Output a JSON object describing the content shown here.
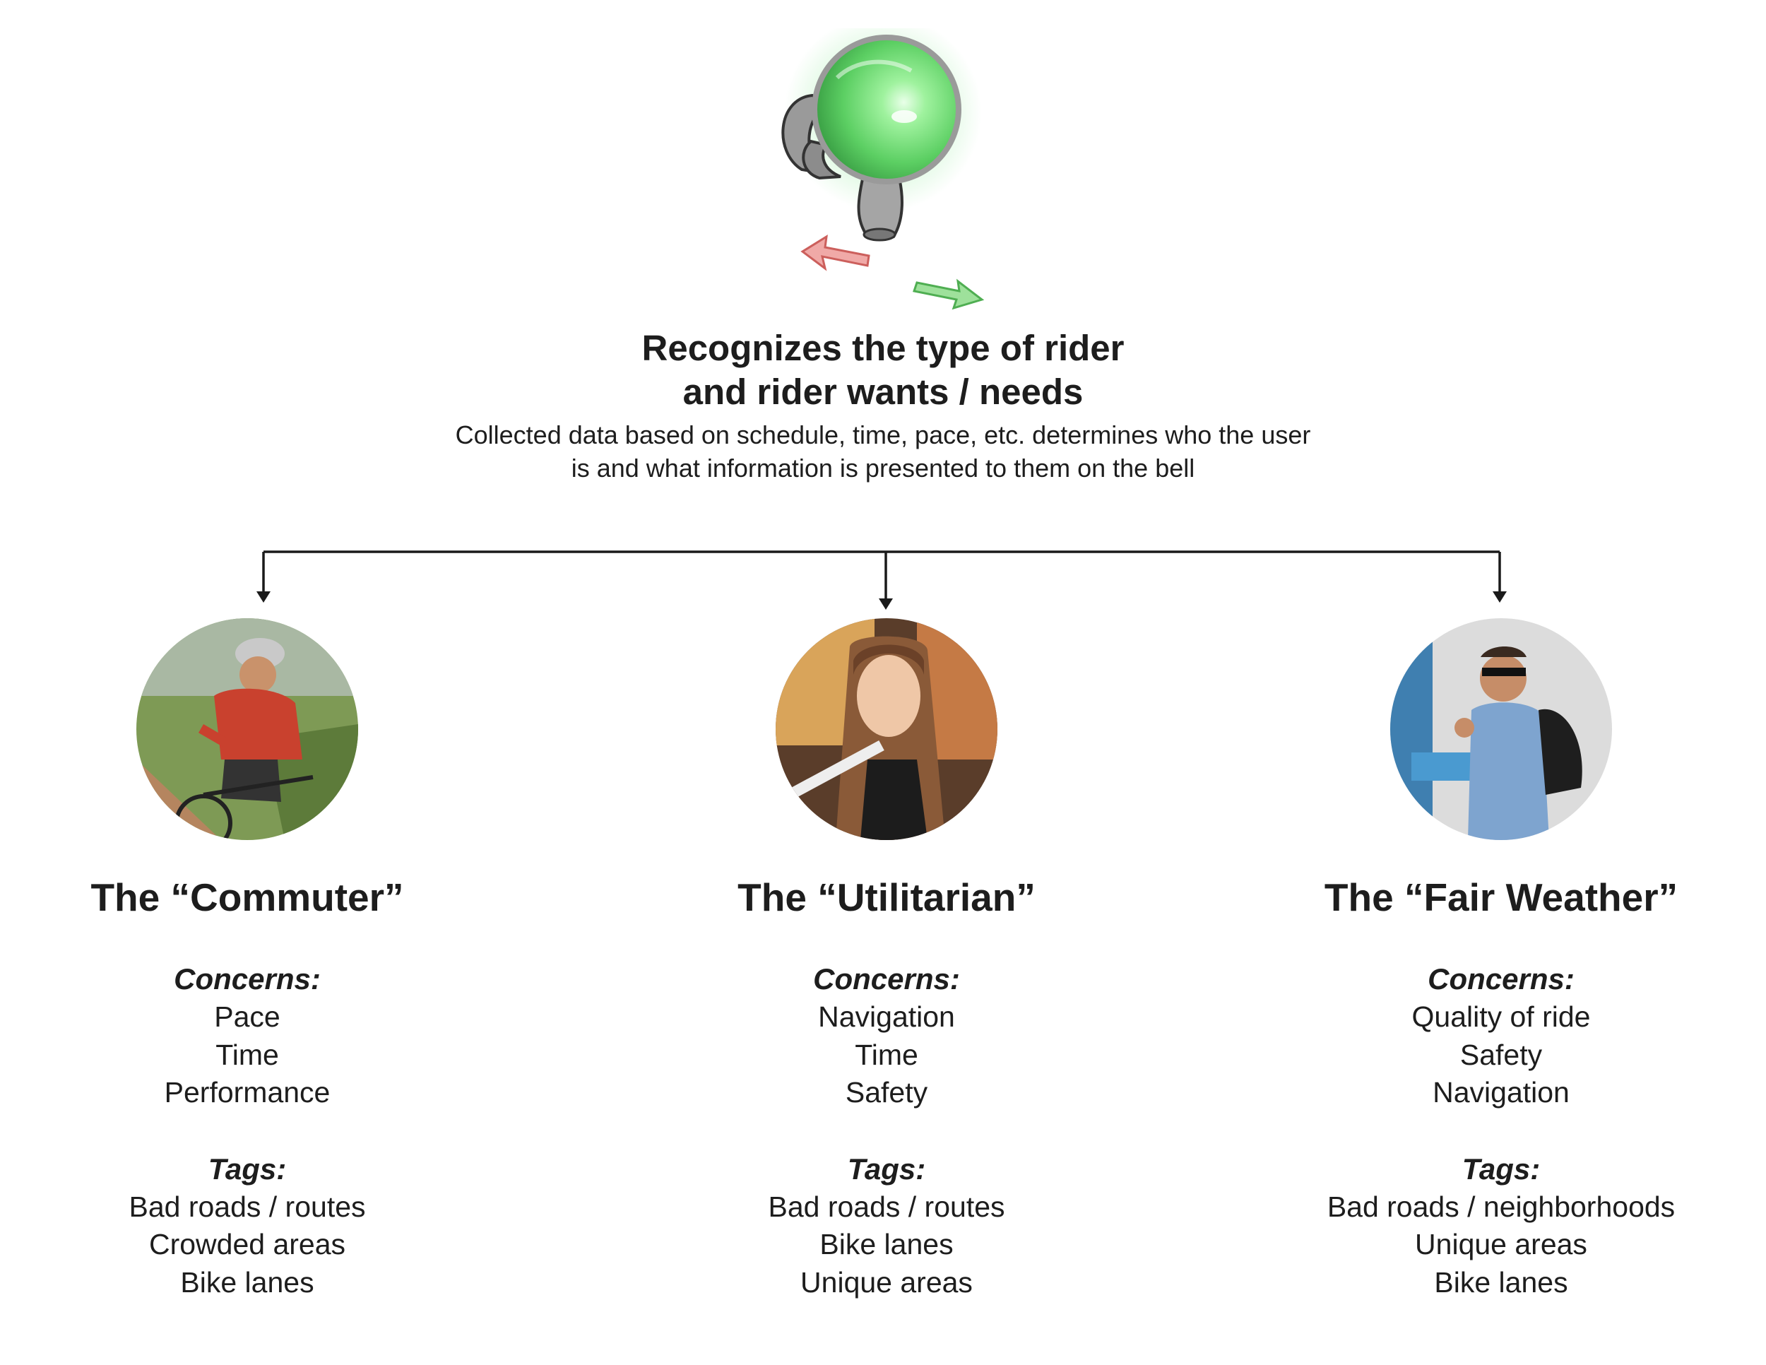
{
  "heading_lines": [
    "Recognizes the type of rider",
    "and rider wants / needs"
  ],
  "description_lines": [
    "Collected data based on schedule, time, pace, etc. determines who the user",
    "is and what information is presented to them on the bell"
  ],
  "personas": [
    {
      "title": "The “Commuter”",
      "concerns_label": "Concerns:",
      "concerns": [
        "Pace",
        "Time",
        "Performance"
      ],
      "tags_label": "Tags:",
      "tags": [
        "Bad roads / routes",
        "Crowded areas",
        "Bike lanes"
      ]
    },
    {
      "title": "The “Utilitarian”",
      "concerns_label": "Concerns:",
      "concerns": [
        "Navigation",
        "Time",
        "Safety"
      ],
      "tags_label": "Tags:",
      "tags": [
        "Bad roads / routes",
        "Bike lanes",
        "Unique areas"
      ]
    },
    {
      "title": "The “Fair Weather”",
      "concerns_label": "Concerns:",
      "concerns": [
        "Quality of ride",
        "Safety",
        "Navigation"
      ],
      "tags_label": "Tags:",
      "tags": [
        "Bad roads / neighborhoods",
        "Unique areas",
        "Bike lanes"
      ]
    }
  ],
  "colors": {
    "text": "#1d1d1d",
    "bell_glow": "#5fd36a",
    "arrow_red": "#e88a88",
    "arrow_green": "#7bcf7b",
    "connector": "#1a1a1a"
  },
  "icons": [
    "smart-bell-illustration",
    "left-arrow-icon",
    "right-arrow-icon"
  ]
}
